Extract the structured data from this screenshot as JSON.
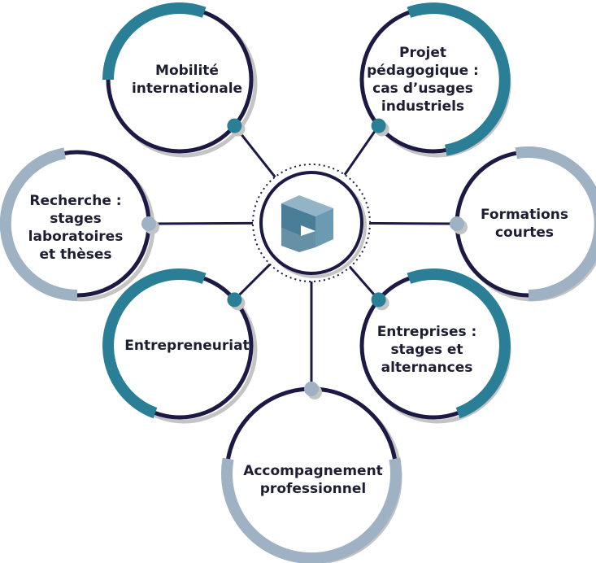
{
  "colors": {
    "navy": "#1c1a45",
    "teal": "#2a7f97",
    "grey_blue": "#9eb2c3",
    "shadow": "#c4c4c4",
    "logo_dark": "#4a7d97",
    "logo_mid": "#6b9bb2",
    "logo_light": "#93b4c7"
  },
  "center": {
    "logo_icon": "cube-logo-icon"
  },
  "nodes": [
    {
      "id": "mobilite",
      "label": "Mobilité\ninternationale",
      "accent": "teal"
    },
    {
      "id": "projet",
      "label": "Projet\npédagogique :\ncas d’usages\nindustriels",
      "accent": "teal"
    },
    {
      "id": "recherche",
      "label": "Recherche :\nstages\nlaboratoires\net thèses",
      "accent": "grey_blue"
    },
    {
      "id": "formations",
      "label": "Formations\ncourtes",
      "accent": "grey_blue"
    },
    {
      "id": "entrepreneuriat",
      "label": "Entrepreneuriat",
      "accent": "teal"
    },
    {
      "id": "entreprises",
      "label": "Entreprises :\nstages et\nalternances",
      "accent": "teal"
    },
    {
      "id": "accompagnement",
      "label": "Accompagnement\nprofessionnel",
      "accent": "grey_blue"
    }
  ]
}
